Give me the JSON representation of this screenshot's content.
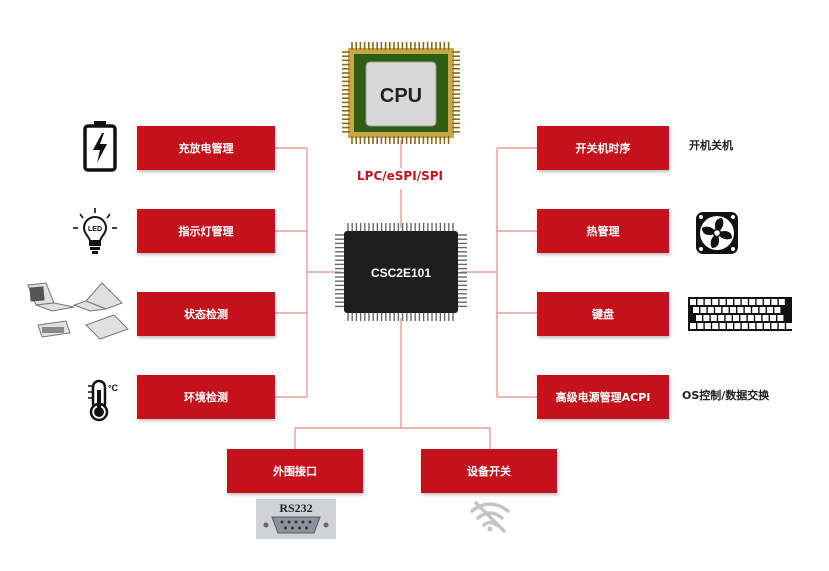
{
  "cpu": {
    "label": "CPU"
  },
  "bus": {
    "label": "LPC/eSPI/SPI"
  },
  "chip": {
    "label": "CSC2E101"
  },
  "left_boxes": [
    "充放电管理",
    "指示灯管理",
    "状态检测",
    "环境检测"
  ],
  "right_boxes": [
    "开关机时序",
    "热管理",
    "键盘",
    "高级电源管理ACPI"
  ],
  "bottom_boxes": [
    "外围接口",
    "设备开关"
  ],
  "right_notes": {
    "power_on": "开机关机",
    "acpi": "OS控制/数据交换"
  },
  "icon_texts": {
    "led": "LED",
    "rs232": "RS232",
    "celsius": "°C"
  },
  "colors": {
    "accent": "#c3121c",
    "line": "#e88a8a",
    "chip": "#1e1e1e",
    "cpu_board": "#2e5e12"
  },
  "icons": [
    "battery-charging-icon",
    "led-bulb-icon",
    "laptop-modes-icon",
    "thermometer-icon",
    "fan-icon",
    "keyboard-icon",
    "rs232-port-icon",
    "wifi-off-icon"
  ]
}
